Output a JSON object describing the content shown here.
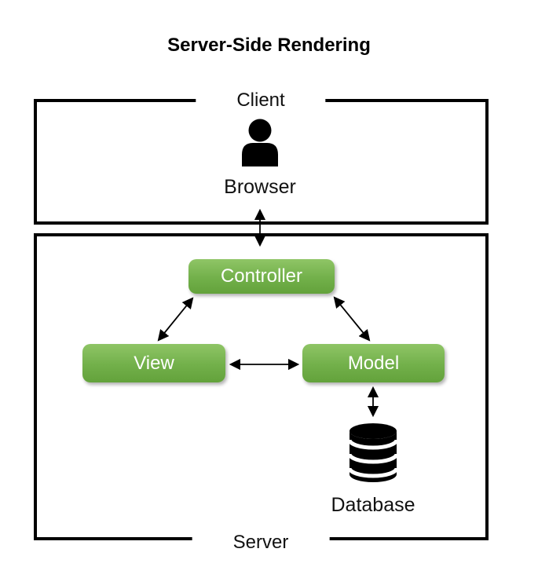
{
  "title": "Server-Side Rendering",
  "client": {
    "label": "Client",
    "browser_label": "Browser",
    "icon": "person-icon"
  },
  "server": {
    "label": "Server"
  },
  "nodes": {
    "controller": {
      "label": "Controller"
    },
    "view": {
      "label": "View"
    },
    "model": {
      "label": "Model"
    }
  },
  "database": {
    "label": "Database",
    "icon": "database-icon"
  },
  "edges": [
    {
      "from": "Browser",
      "to": "Controller",
      "direction": "bidirectional"
    },
    {
      "from": "Controller",
      "to": "View",
      "direction": "bidirectional"
    },
    {
      "from": "Controller",
      "to": "Model",
      "direction": "bidirectional"
    },
    {
      "from": "View",
      "to": "Model",
      "direction": "bidirectional"
    },
    {
      "from": "Model",
      "to": "Database",
      "direction": "bidirectional"
    }
  ],
  "colors": {
    "node_green_top": "#8fc566",
    "node_green_bottom": "#63a23b",
    "node_text": "#ffffff",
    "outline": "#000000",
    "arrow": "#000000",
    "background": "#ffffff"
  }
}
